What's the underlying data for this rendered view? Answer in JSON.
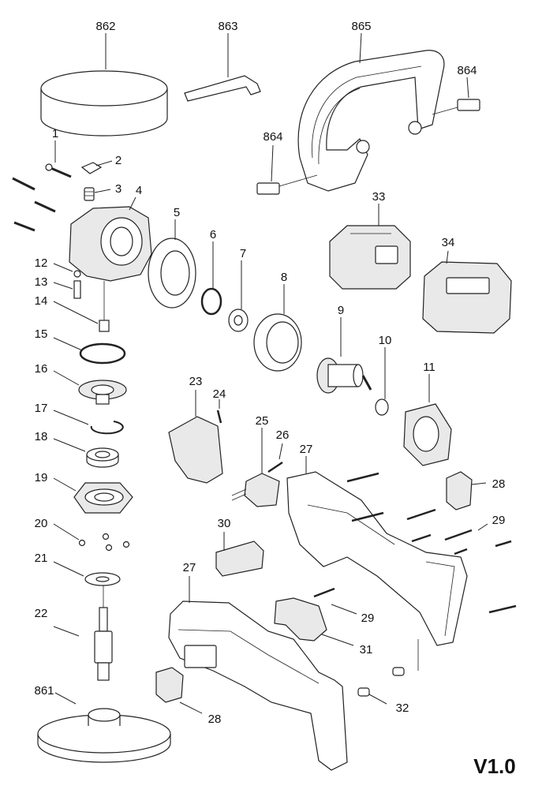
{
  "diagram": {
    "version": "V1.0",
    "labels": {
      "p862": "862",
      "p863": "863",
      "p865": "865",
      "p864a": "864",
      "p864b": "864",
      "p1": "1",
      "p2": "2",
      "p3": "3",
      "p4": "4",
      "p5": "5",
      "p6": "6",
      "p7": "7",
      "p8": "8",
      "p9": "9",
      "p10": "10",
      "p11": "11",
      "p12": "12",
      "p13": "13",
      "p14": "14",
      "p15": "15",
      "p16": "16",
      "p17": "17",
      "p18": "18",
      "p19": "19",
      "p20": "20",
      "p21": "21",
      "p22": "22",
      "p23": "23",
      "p24": "24",
      "p25": "25",
      "p26": "26",
      "p27a": "27",
      "p27b": "27",
      "p28a": "28",
      "p28b": "28",
      "p29a": "29",
      "p29b": "29",
      "p30": "30",
      "p31": "31",
      "p32": "32",
      "p33": "33",
      "p34": "34",
      "p861": "861"
    }
  }
}
